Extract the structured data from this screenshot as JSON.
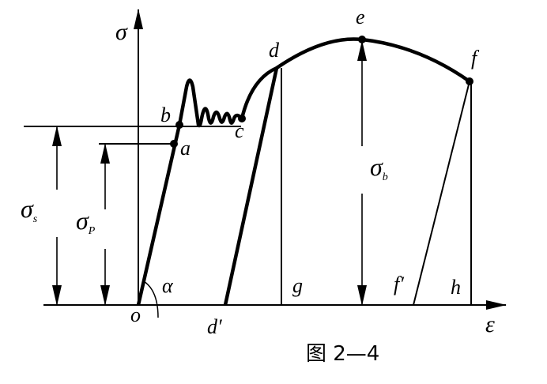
{
  "labels": {
    "sigma": "σ",
    "epsilon": "ε",
    "o": "o",
    "a": "a",
    "b": "b",
    "c": "c",
    "d": "d",
    "e": "e",
    "f": "f",
    "g": "g",
    "h": "h",
    "d_prime": "d′",
    "f_prime": "f′",
    "alpha": "α",
    "sigma_s": "σ",
    "sigma_s_sub": "s",
    "sigma_p": "σ",
    "sigma_p_sub": "P",
    "sigma_b": "σ",
    "sigma_b_sub": "b"
  },
  "caption": "图 2—4"
}
